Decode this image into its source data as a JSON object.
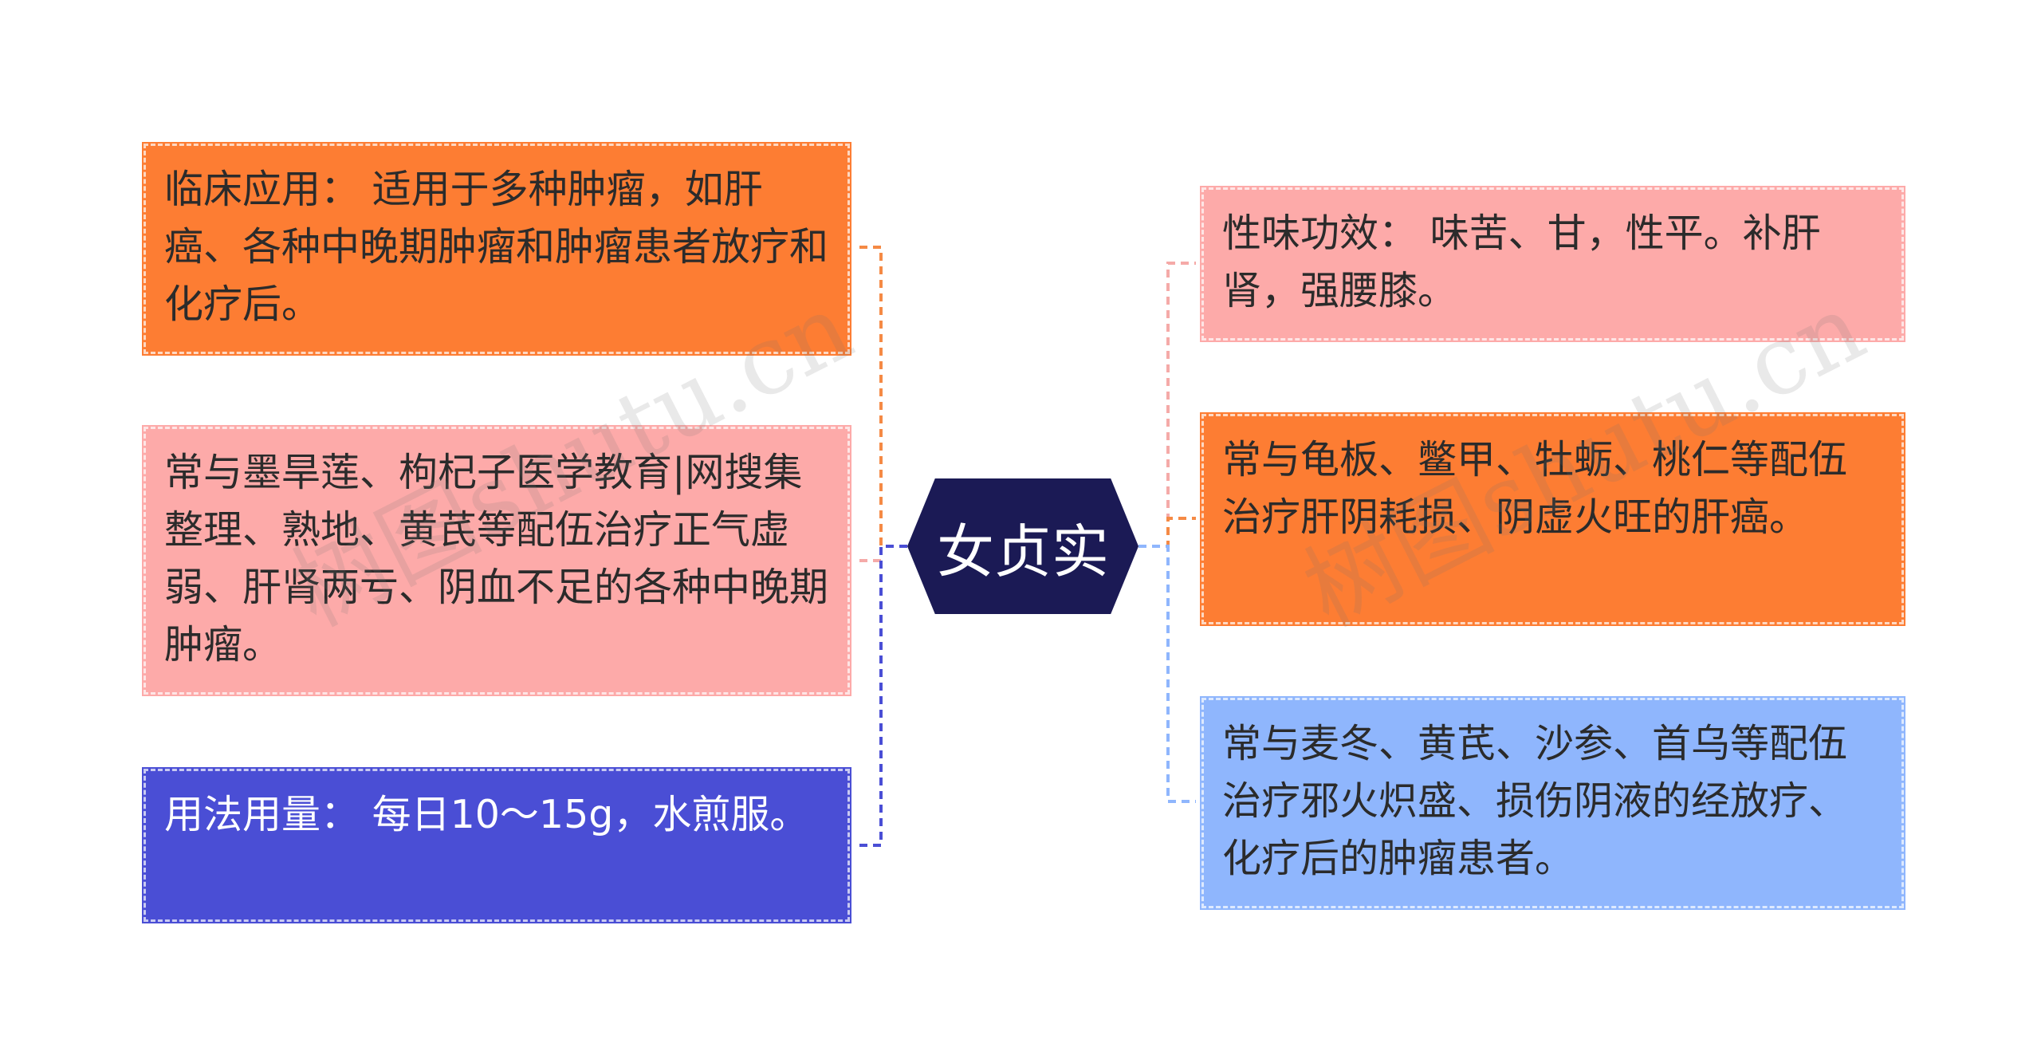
{
  "center": {
    "label": "女贞实"
  },
  "left_nodes": [
    {
      "text": "临床应用： 适用于多种肿瘤，如肝癌、各种中晚期肿瘤和肿瘤患者放疗和化疗后。",
      "color": "#fd7d33"
    },
    {
      "text": "常与墨旱莲、枸杞子医学教育|网搜集整理、熟地、黄芪等配伍治疗正气虚弱、肝肾两亏、阴血不足的各种中晚期肿瘤。",
      "color": "#fdaaa9"
    },
    {
      "text": "用法用量： 每日10～15g，水煎服。",
      "color": "#4a4ed5"
    }
  ],
  "right_nodes": [
    {
      "text": "性味功效： 味苦、甘，性平。补肝肾，强腰膝。",
      "color": "#fdaaa9"
    },
    {
      "text": "常与龟板、鳖甲、牡蛎、桃仁等配伍治疗肝阴耗损、阴虚火旺的肝癌。",
      "color": "#fd7d33"
    },
    {
      "text": "常与麦冬、黄芪、沙参、首乌等配伍治疗邪火炽盛、损伤阴液的经放疗、化疗后的肿瘤患者。",
      "color": "#8fb6fd"
    }
  ],
  "center_color": "#1b1a55",
  "connector_colors": {
    "orange": "#f58a45",
    "pink": "#f5aaa8",
    "purple": "#4a4ed5",
    "blue": "#8fb6fd"
  },
  "watermark": "树图shutu.cn"
}
